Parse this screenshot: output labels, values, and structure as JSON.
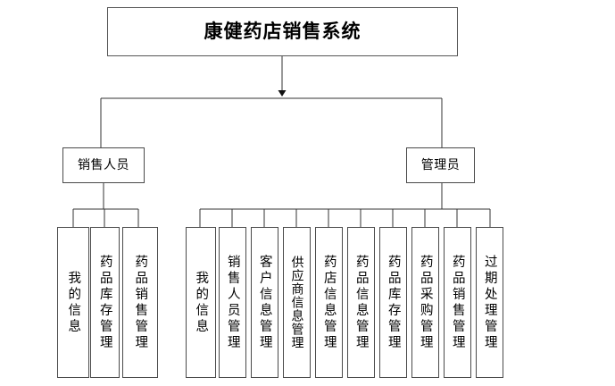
{
  "diagram": {
    "type": "hierarchy-tree",
    "title_node": {
      "label": "康健药店销售系统"
    },
    "roles": [
      {
        "id": "sales",
        "label": "销售人员"
      },
      {
        "id": "admin",
        "label": "管理员"
      }
    ],
    "sales_functions": [
      {
        "label": "我的信息"
      },
      {
        "label": "药品库存管理"
      },
      {
        "label": "药品销售管理"
      }
    ],
    "admin_functions": [
      {
        "label": "我的信息"
      },
      {
        "label": "销售人员管理"
      },
      {
        "label": "客户信息管理"
      },
      {
        "label": "供应商信息管理"
      },
      {
        "label": "药店信息管理"
      },
      {
        "label": "药品信息管理"
      },
      {
        "label": "药品库存管理"
      },
      {
        "label": "药品采购管理"
      },
      {
        "label": "药品销售管理"
      },
      {
        "label": "过期处理管理"
      }
    ],
    "colors": {
      "background": "#ffffff",
      "box_border": "#4a4a4a",
      "connector": "#333333",
      "text": "#000000"
    }
  }
}
